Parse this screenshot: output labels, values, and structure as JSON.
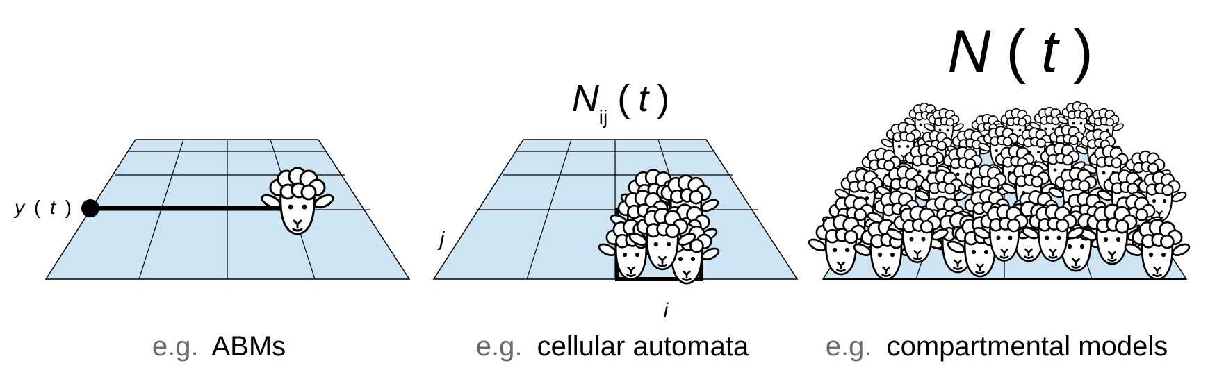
{
  "colors": {
    "grid_fill": "#cfe4f2",
    "grid_line": "#000000",
    "caption_prefix": "#6b6b6b",
    "caption_text": "#000000"
  },
  "caption_prefix": "e.g.",
  "panels": [
    {
      "id": "abm",
      "position_label": {
        "var": "y",
        "open": "(",
        "t": "t",
        "close": ")"
      },
      "caption": "ABMs",
      "sheep_count": 1
    },
    {
      "id": "ca",
      "title": {
        "var": "N",
        "sub": "ij",
        "open": "(",
        "t": "t",
        "close": ")"
      },
      "axis_i": "i",
      "axis_j": "j",
      "caption": "cellular automata",
      "sheep_count": 7
    },
    {
      "id": "cm",
      "title": {
        "var": "N",
        "open": "(",
        "t": "t",
        "close": ")"
      },
      "caption": "compartmental models",
      "sheep_count": 46
    }
  ]
}
